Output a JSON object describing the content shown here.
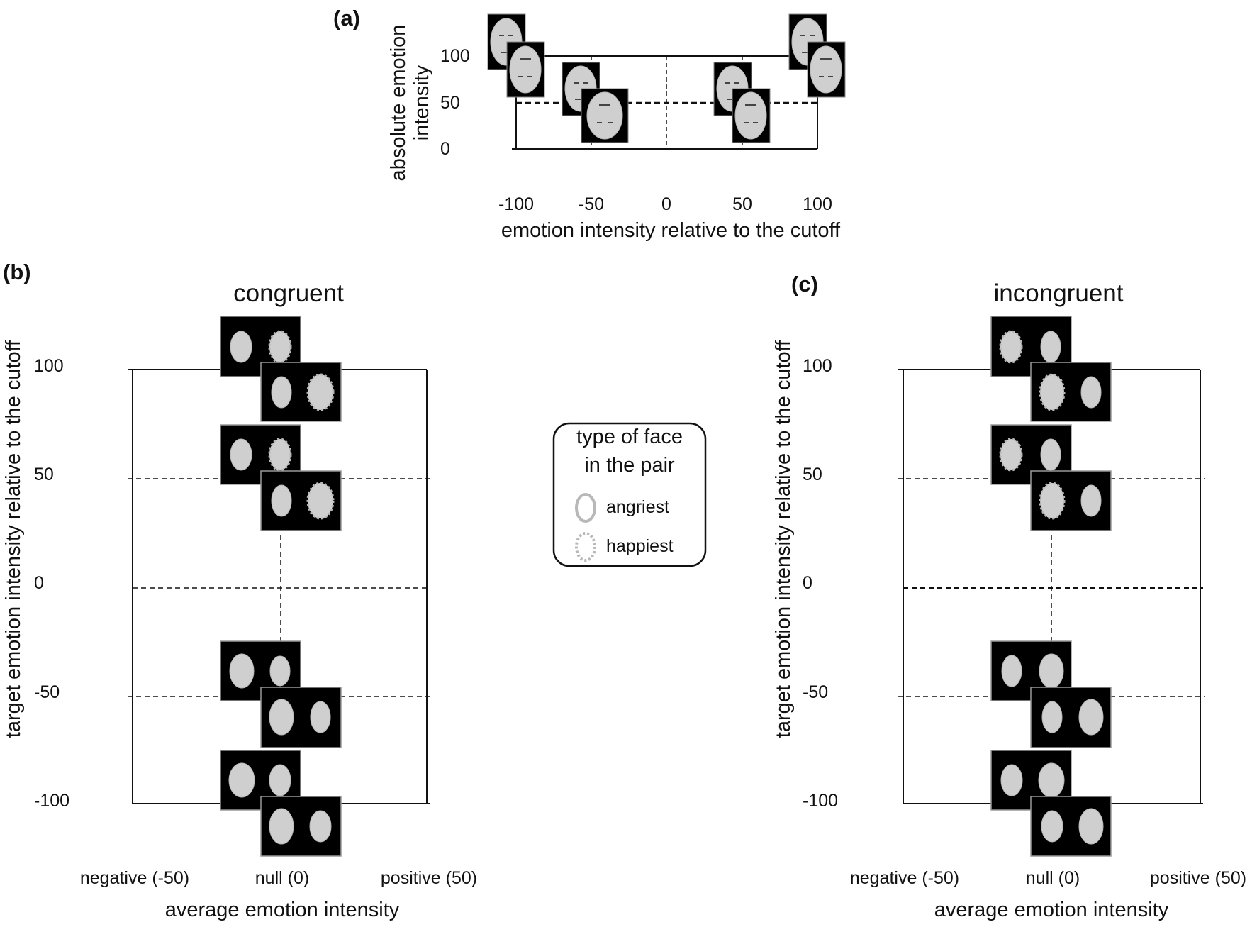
{
  "panel_a": {
    "letter": "(a)",
    "ylabel_line1": "absolute emotion",
    "ylabel_line2": "intensity",
    "xlabel": "emotion intensity relative to the cutoff",
    "yticks": [
      "100",
      "50",
      "0"
    ],
    "xticks": [
      "-100",
      "-50",
      "0",
      "50",
      "100"
    ]
  },
  "panel_b": {
    "letter": "(b)",
    "title": "congruent",
    "ylabel": "target emotion intensity relative to the cutoff",
    "yticks": [
      "100",
      "50",
      "0",
      "-50",
      "-100"
    ],
    "xticks": [
      "negative (-50)",
      "null (0)",
      "positive (50)"
    ],
    "xlabel": "average emotion intensity"
  },
  "panel_c": {
    "letter": "(c)",
    "title": "incongruent",
    "ylabel": "target emotion intensity relative to the cutoff",
    "yticks": [
      "100",
      "50",
      "0",
      "-50",
      "-100"
    ],
    "xticks": [
      "negative (-50)",
      "null (0)",
      "positive (50)"
    ],
    "xlabel": "average emotion intensity"
  },
  "legend": {
    "title_line1": "type of face",
    "title_line2": "in the pair",
    "items": [
      {
        "label": "angriest",
        "marker": "solid-oval"
      },
      {
        "label": "happiest",
        "marker": "dotted-oval"
      }
    ]
  },
  "colors": {
    "line": "#111111",
    "face_bg": "#000000",
    "face": "#cfcfcf",
    "outline": "#b8b8b8"
  }
}
